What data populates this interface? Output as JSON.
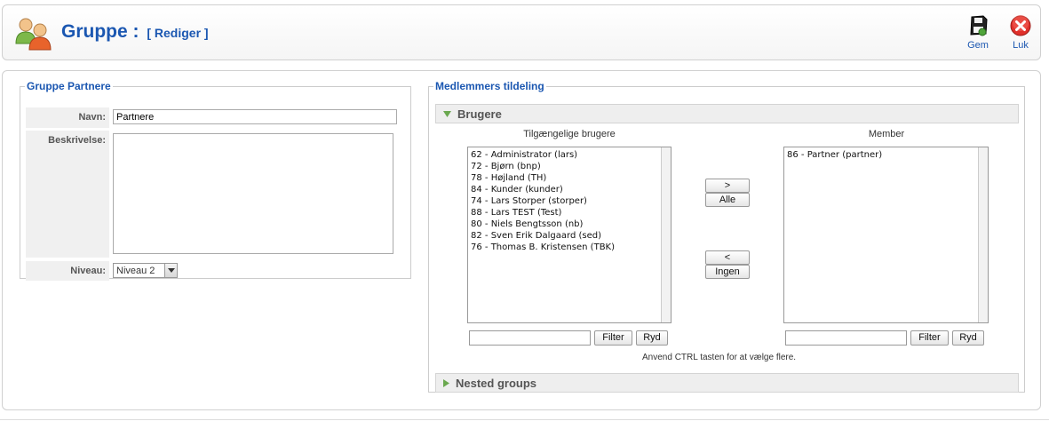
{
  "header": {
    "title": "Gruppe :",
    "subtitle": "[ Rediger ]"
  },
  "toolbar": {
    "save_label": "Gem",
    "close_label": "Luk"
  },
  "group_details": {
    "legend": "Gruppe Partnere",
    "name_label": "Navn:",
    "name_value": "Partnere",
    "description_label": "Beskrivelse:",
    "description_value": "",
    "level_label": "Niveau:",
    "level_value": "Niveau 2"
  },
  "membership": {
    "legend": "Medlemmers tildeling",
    "users_panel": {
      "title": "Brugere",
      "available_title": "Tilgængelige brugere",
      "members_title": "Member",
      "available_users": [
        "62 - Administrator (lars)",
        "72 - Bjørn (bnp)",
        "78 - Højland (TH)",
        "84 - Kunder (kunder)",
        "74 - Lars Storper (storper)",
        "88 - Lars TEST (Test)",
        "80 - Niels Bengtsson (nb)",
        "82 - Sven Erik Dalgaard (sed)",
        "76 - Thomas B. Kristensen (TBK)"
      ],
      "members": [
        "86 - Partner (partner)"
      ],
      "add_label": ">",
      "add_all_label": "Alle",
      "remove_label": "<",
      "remove_all_label": "Ingen",
      "filter_label": "Filter",
      "clear_label": "Ryd",
      "hint": "Anvend CTRL tasten for at vælge flere."
    },
    "nested_panel": {
      "title": "Nested groups"
    }
  }
}
